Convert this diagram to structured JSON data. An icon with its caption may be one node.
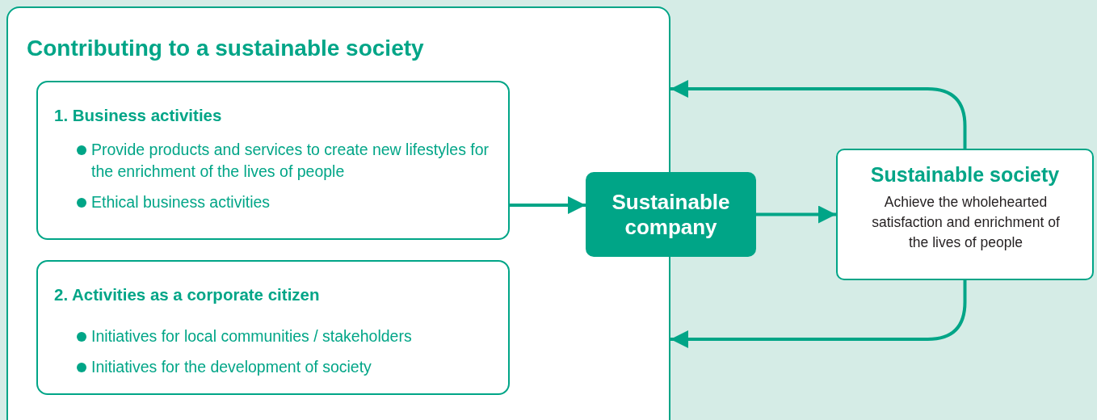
{
  "diagram": {
    "nodes": [
      {
        "text": [
          "Contributing to a sustainable society"
        ]
      },
      {
        "text": [
          "1. Business activities",
          "Provide products and services to create new lifestyles for the enrichment of the lives of people",
          "Ethical business activities"
        ],
        "in": 0
      },
      {
        "text": [
          "2. Activities as a corporate citizen",
          "Initiatives for local communities / stakeholders",
          "Initiatives for the development of society"
        ],
        "in": 0
      },
      {
        "text": [
          "Sustainable company"
        ]
      },
      {
        "text": [
          "Sustainable society",
          "Achieve the wholehearted satisfaction and enrichment of the lives of people"
        ]
      }
    ],
    "edges": [
      {
        "from": 1,
        "to": 3,
        "arrow": "to"
      },
      {
        "from": 3,
        "to": 4,
        "arrow": "to"
      },
      {
        "from": 4,
        "to": 0,
        "arrow": "to"
      },
      {
        "from": 4,
        "to": 0,
        "arrow": "to"
      }
    ]
  }
}
